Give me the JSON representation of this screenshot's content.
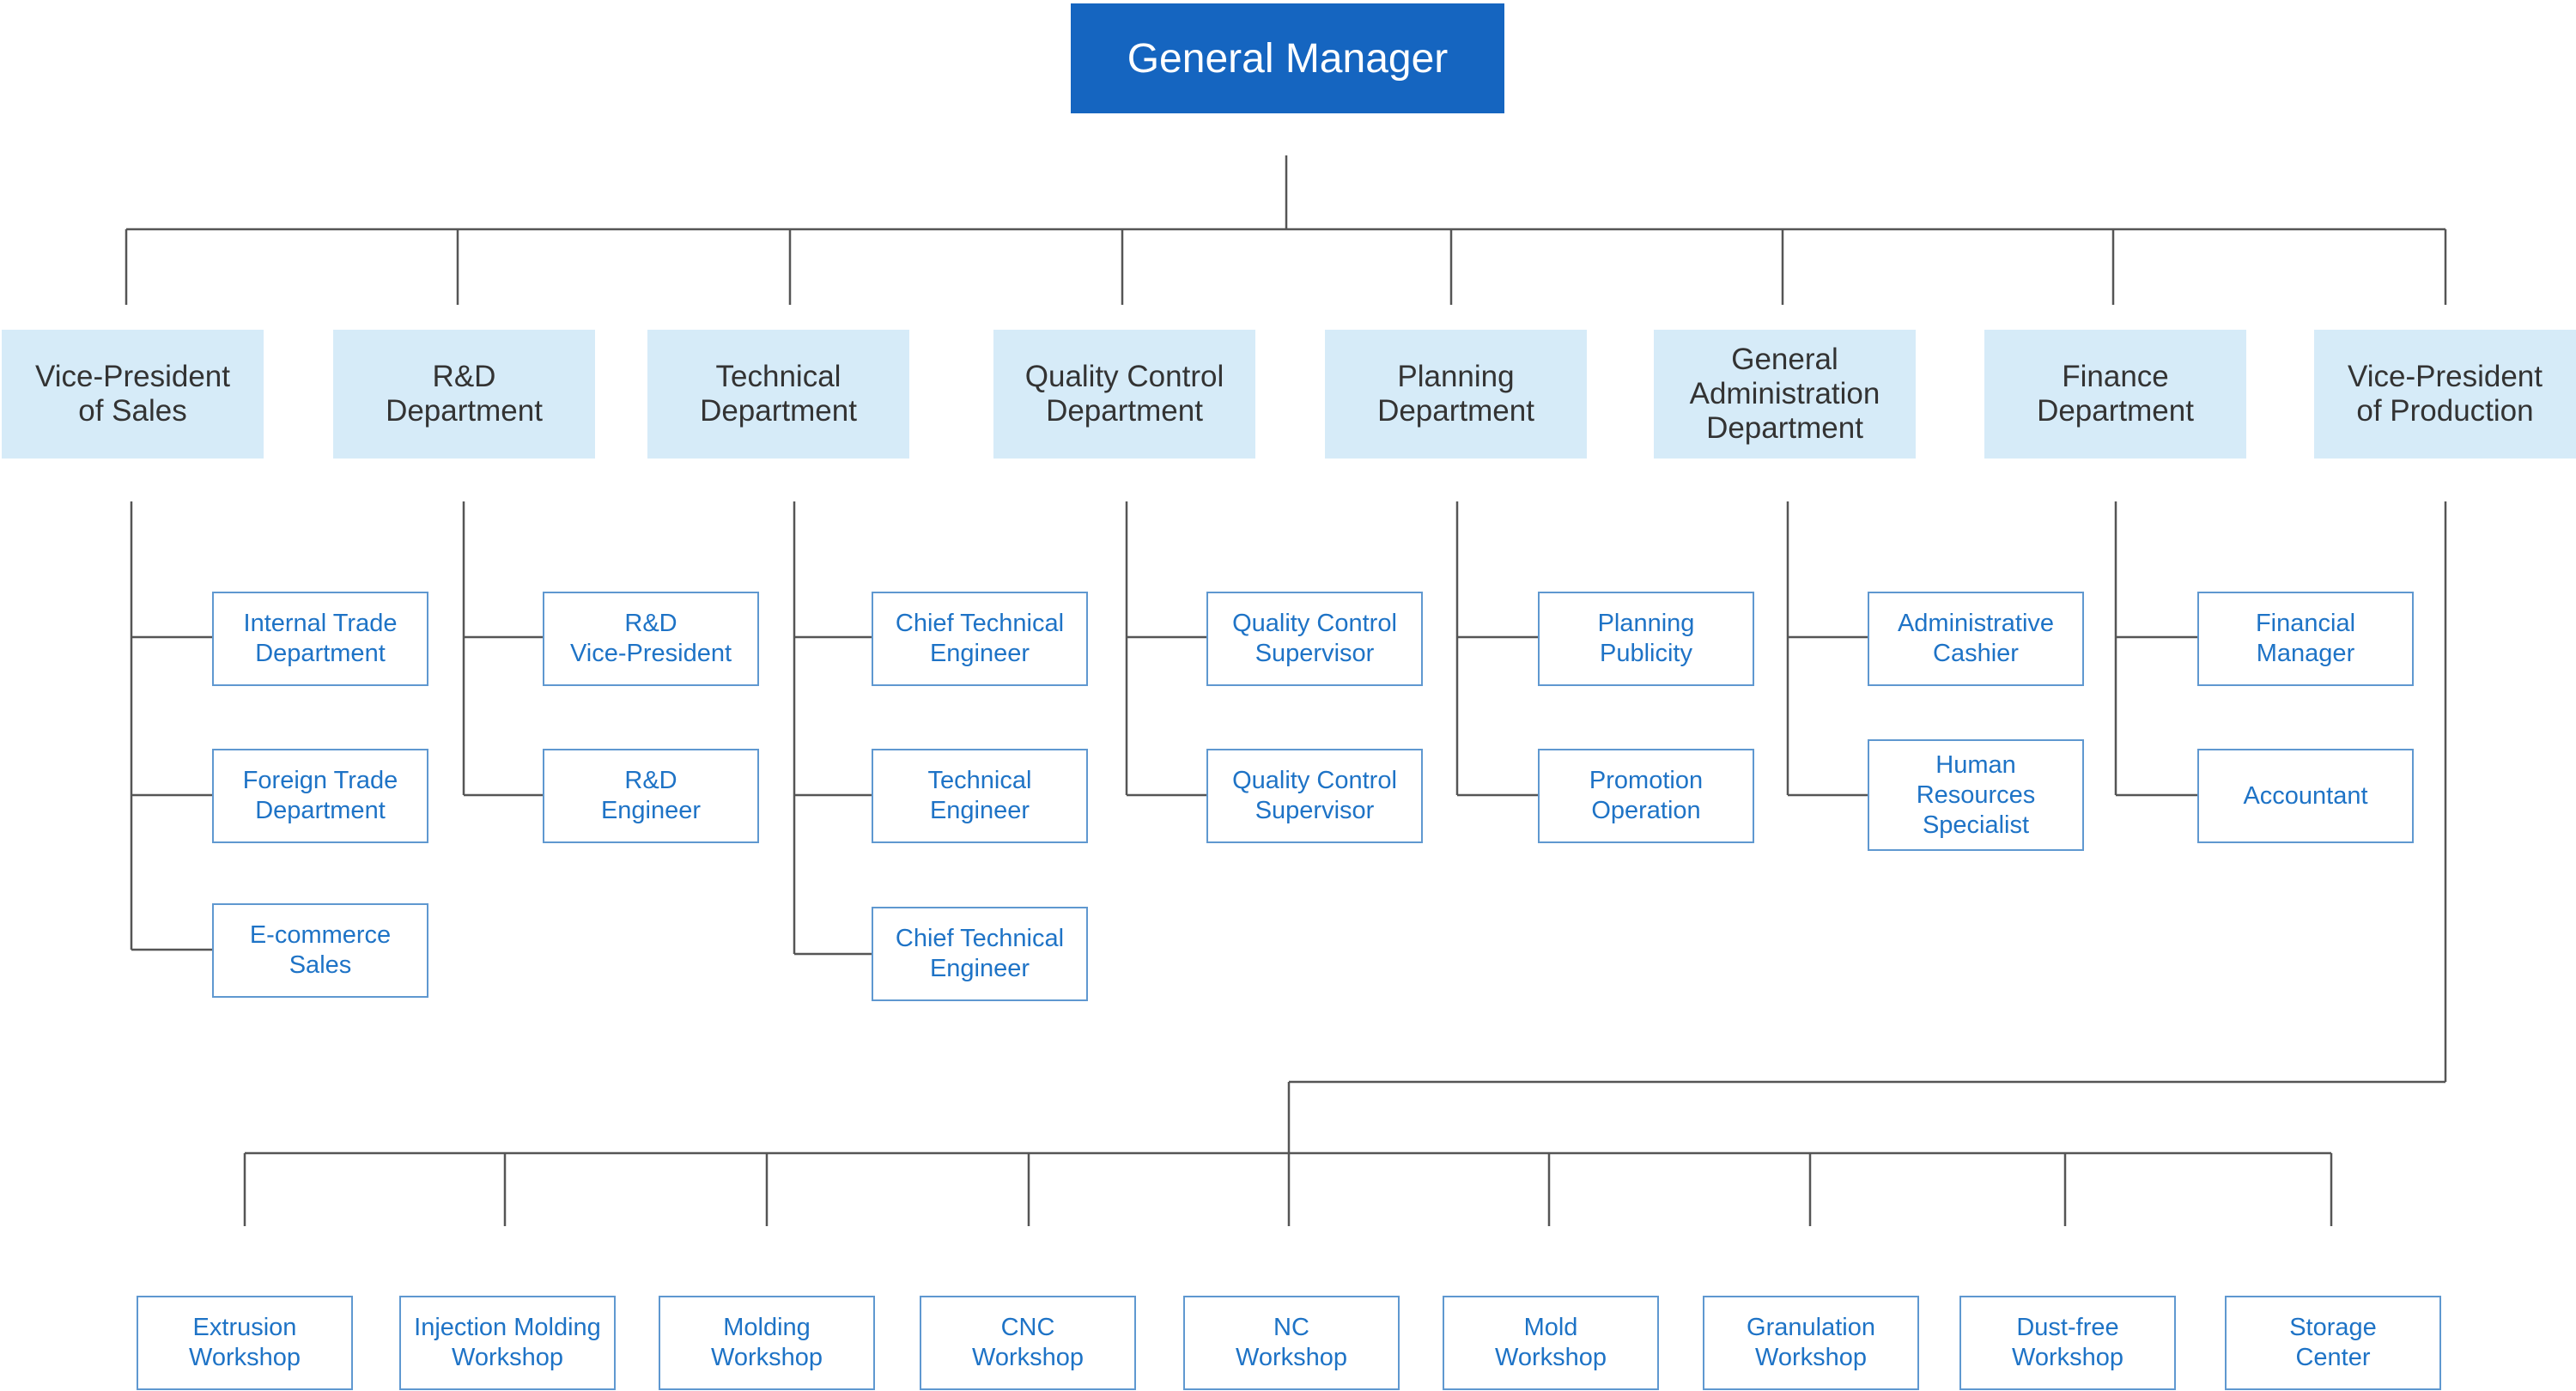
{
  "general_manager": {
    "lines": [
      "General Manager"
    ]
  },
  "departments": [
    {
      "lines": [
        "Vice-President",
        "of Sales"
      ],
      "children": [
        {
          "lines": [
            "Internal Trade",
            "Department"
          ]
        },
        {
          "lines": [
            "Foreign Trade",
            "Department"
          ]
        },
        {
          "lines": [
            "E-commerce",
            "Sales"
          ]
        }
      ]
    },
    {
      "lines": [
        "R&D",
        "Department"
      ],
      "children": [
        {
          "lines": [
            "R&D",
            "Vice-President"
          ]
        },
        {
          "lines": [
            "R&D",
            "Engineer"
          ]
        }
      ]
    },
    {
      "lines": [
        "Technical",
        "Department"
      ],
      "children": [
        {
          "lines": [
            "Chief Technical",
            "Engineer"
          ]
        },
        {
          "lines": [
            "Technical",
            "Engineer"
          ]
        },
        {
          "lines": [
            "Chief Technical",
            "Engineer"
          ]
        }
      ]
    },
    {
      "lines": [
        "Quality Control",
        "Department"
      ],
      "children": [
        {
          "lines": [
            "Quality Control",
            "Supervisor"
          ]
        },
        {
          "lines": [
            "Quality Control",
            "Supervisor"
          ]
        }
      ]
    },
    {
      "lines": [
        "Planning",
        "Department"
      ],
      "children": [
        {
          "lines": [
            "Planning",
            "Publicity"
          ]
        },
        {
          "lines": [
            "Promotion",
            "Operation"
          ]
        }
      ]
    },
    {
      "lines": [
        "General",
        "Administration",
        "Department"
      ],
      "children": [
        {
          "lines": [
            "Administrative",
            "Cashier"
          ]
        },
        {
          "lines": [
            "Human",
            "Resources",
            "Specialist"
          ]
        }
      ]
    },
    {
      "lines": [
        "Finance",
        "Department"
      ],
      "children": [
        {
          "lines": [
            "Financial",
            "Manager"
          ]
        },
        {
          "lines": [
            "Accountant"
          ]
        }
      ]
    },
    {
      "lines": [
        "Vice-President",
        "of Production"
      ],
      "children": []
    }
  ],
  "production_units": [
    {
      "lines": [
        "Extrusion",
        "Workshop"
      ]
    },
    {
      "lines": [
        "Injection Molding",
        "Workshop"
      ]
    },
    {
      "lines": [
        "Molding",
        "Workshop"
      ]
    },
    {
      "lines": [
        "CNC",
        "Workshop"
      ]
    },
    {
      "lines": [
        "NC",
        "Workshop"
      ]
    },
    {
      "lines": [
        "Mold",
        "Workshop"
      ]
    },
    {
      "lines": [
        "Granulation",
        "Workshop"
      ]
    },
    {
      "lines": [
        "Dust-free",
        "Workshop"
      ]
    },
    {
      "lines": [
        "Storage",
        "Center"
      ]
    }
  ],
  "colors": {
    "gm_fill": "#1565c0",
    "dept_fill": "#d6ebf8",
    "sub_border": "#5f98d0",
    "sub_text": "#1e73c6",
    "connector": "#555555"
  }
}
